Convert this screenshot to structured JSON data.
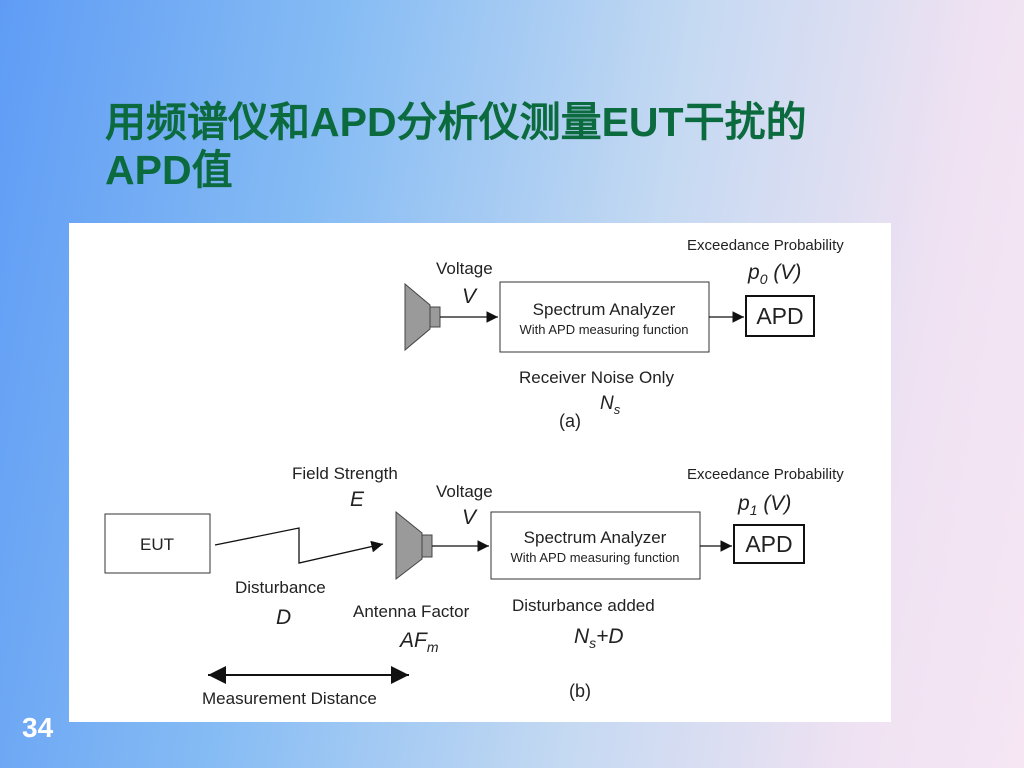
{
  "slide": {
    "title_line1": "用频谱仪和APD分析仪测量EUT干扰的",
    "title_line2": "APD值",
    "page_number": "34"
  },
  "diagram_a": {
    "voltage_label": "Voltage",
    "voltage_symbol": "V",
    "analyzer_title": "Spectrum Analyzer",
    "analyzer_subtitle": "With APD measuring function",
    "apd_label": "APD",
    "exceedance_label": "Exceedance Probability",
    "p_symbol": "p",
    "p_sub": "0",
    "p_arg": " (V)",
    "noise_label": "Receiver Noise Only",
    "noise_symbol": "N",
    "noise_sub": "s",
    "caption": "(a)"
  },
  "diagram_b": {
    "eut_label": "EUT",
    "field_strength_label": "Field Strength",
    "field_strength_symbol": "E",
    "voltage_label": "Voltage",
    "voltage_symbol": "V",
    "analyzer_title": "Spectrum Analyzer",
    "analyzer_subtitle": "With APD measuring function",
    "apd_label": "APD",
    "exceedance_label": "Exceedance Probability",
    "p_symbol": "p",
    "p_sub": "1",
    "p_arg": " (V)",
    "disturbance_label": "Disturbance",
    "disturbance_symbol": "D",
    "antenna_factor_label": "Antenna Factor",
    "antenna_factor_symbol": "AF",
    "antenna_factor_sub": "m",
    "disturbance_added_label": "Disturbance added",
    "nsd_symbol": "N",
    "nsd_sub": "s",
    "nsd_rest": "+D",
    "measurement_distance_label": "Measurement Distance",
    "caption": "(b)"
  },
  "colors": {
    "title": "#0b6b3e",
    "antenna_fill": "#9a9a9a",
    "line": "#111111"
  }
}
